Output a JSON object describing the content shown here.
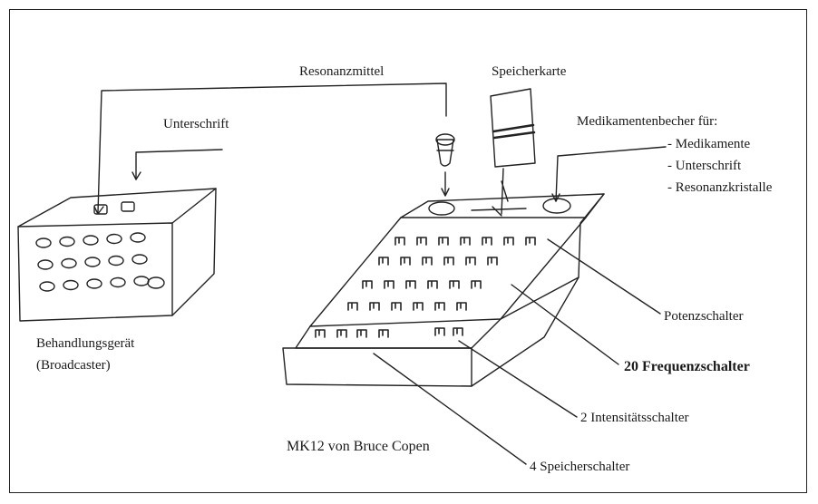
{
  "labels": {
    "resonanzmittel": "Resonanzmittel",
    "speicherkarte": "Speicherkarte",
    "unterschrift": "Unterschrift",
    "becher_title": "Medikamentenbecher für:",
    "becher_items": [
      "- Medikamente",
      "- Unterschrift",
      "- Resonanzkristalle"
    ],
    "behandlungsgeraet": "Behandlungsgerät",
    "broadcaster": "(Broadcaster)",
    "potenzschalter": "Potenzschalter",
    "frequenzschalter": "20 Frequenzschalter",
    "intensitaetsschalter": "2 Intensitätsschalter",
    "mk12": "MK12 von Bruce Copen",
    "speicherschalter": "4 Speicherschalter"
  }
}
